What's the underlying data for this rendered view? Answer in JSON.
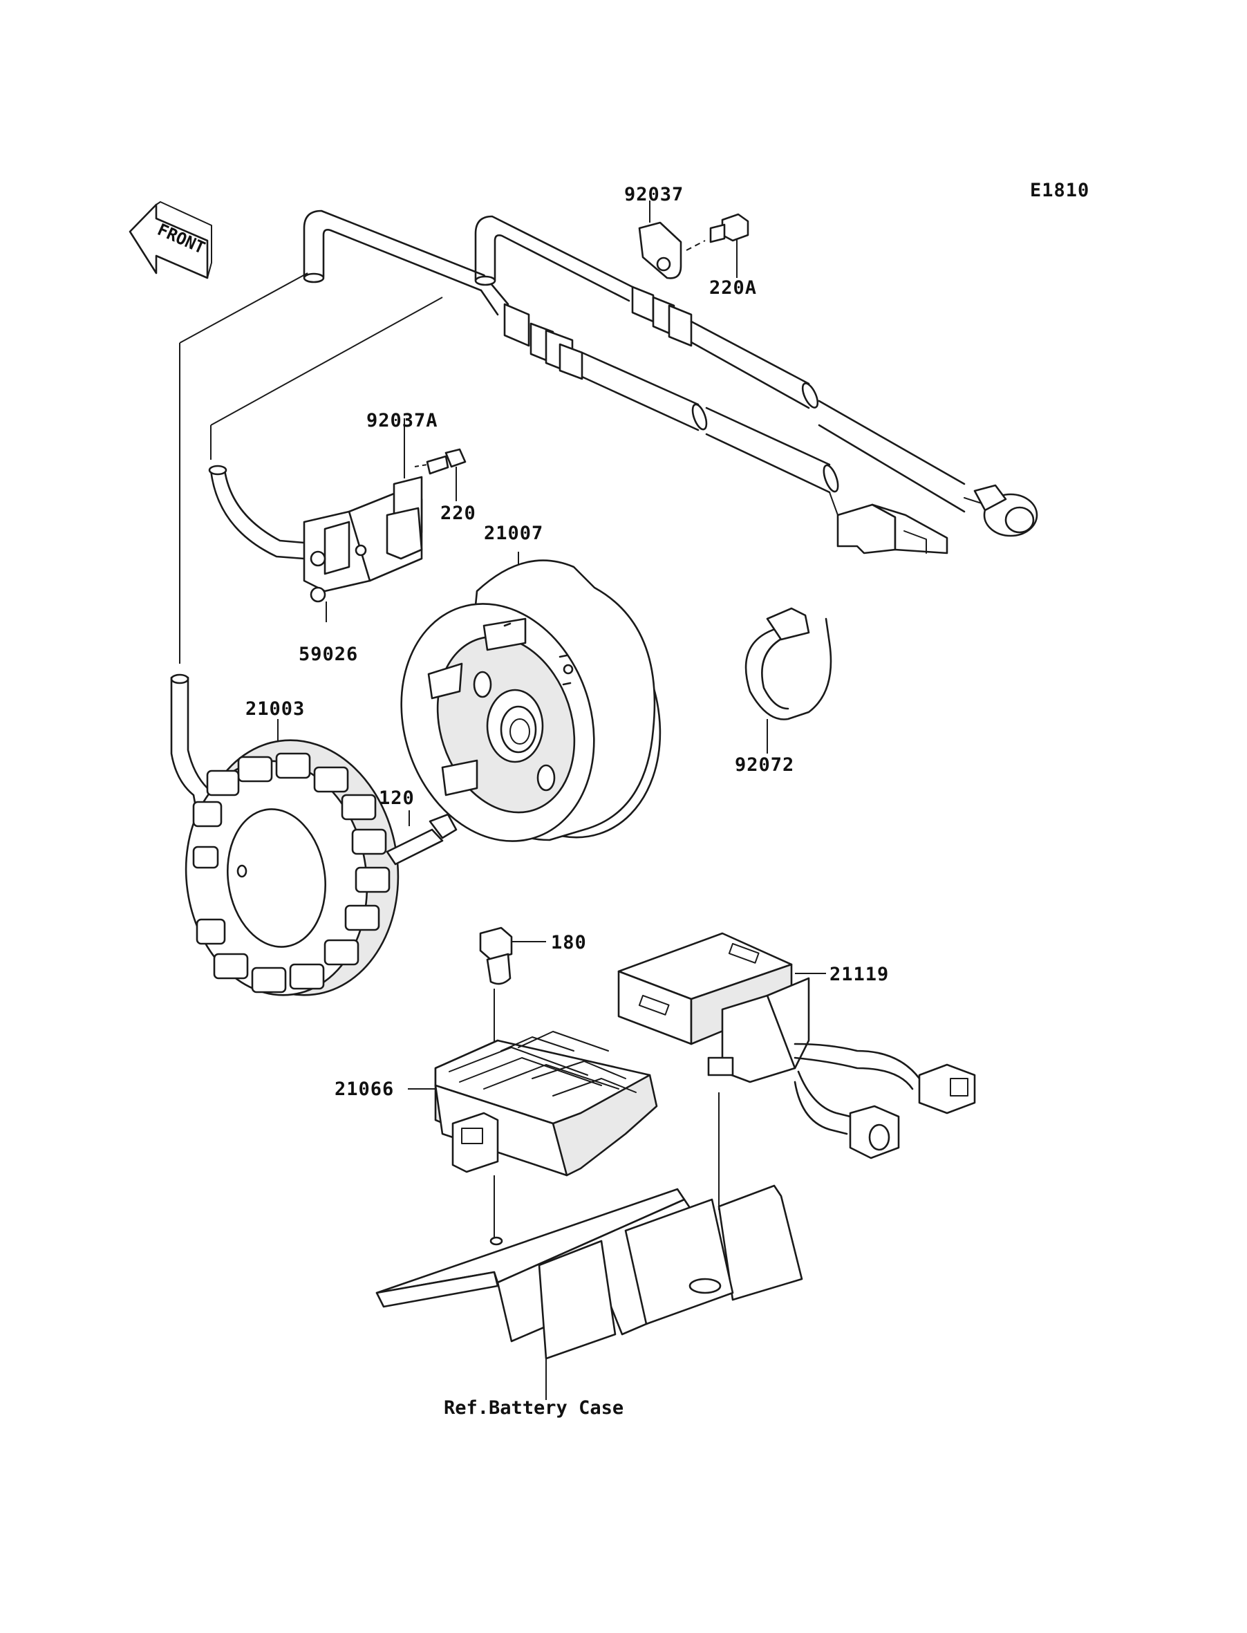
{
  "diagram_code": "E1810",
  "front_label": "FRONT",
  "parts": {
    "p92037": "92037",
    "p220A": "220A",
    "p92037A": "92037A",
    "p220": "220",
    "p21007": "21007",
    "p59026": "59026",
    "p21003": "21003",
    "p120": "120",
    "p92072": "92072",
    "p180": "180",
    "p21119": "21119",
    "p21066": "21066"
  },
  "reference_note": "Ref.Battery Case"
}
